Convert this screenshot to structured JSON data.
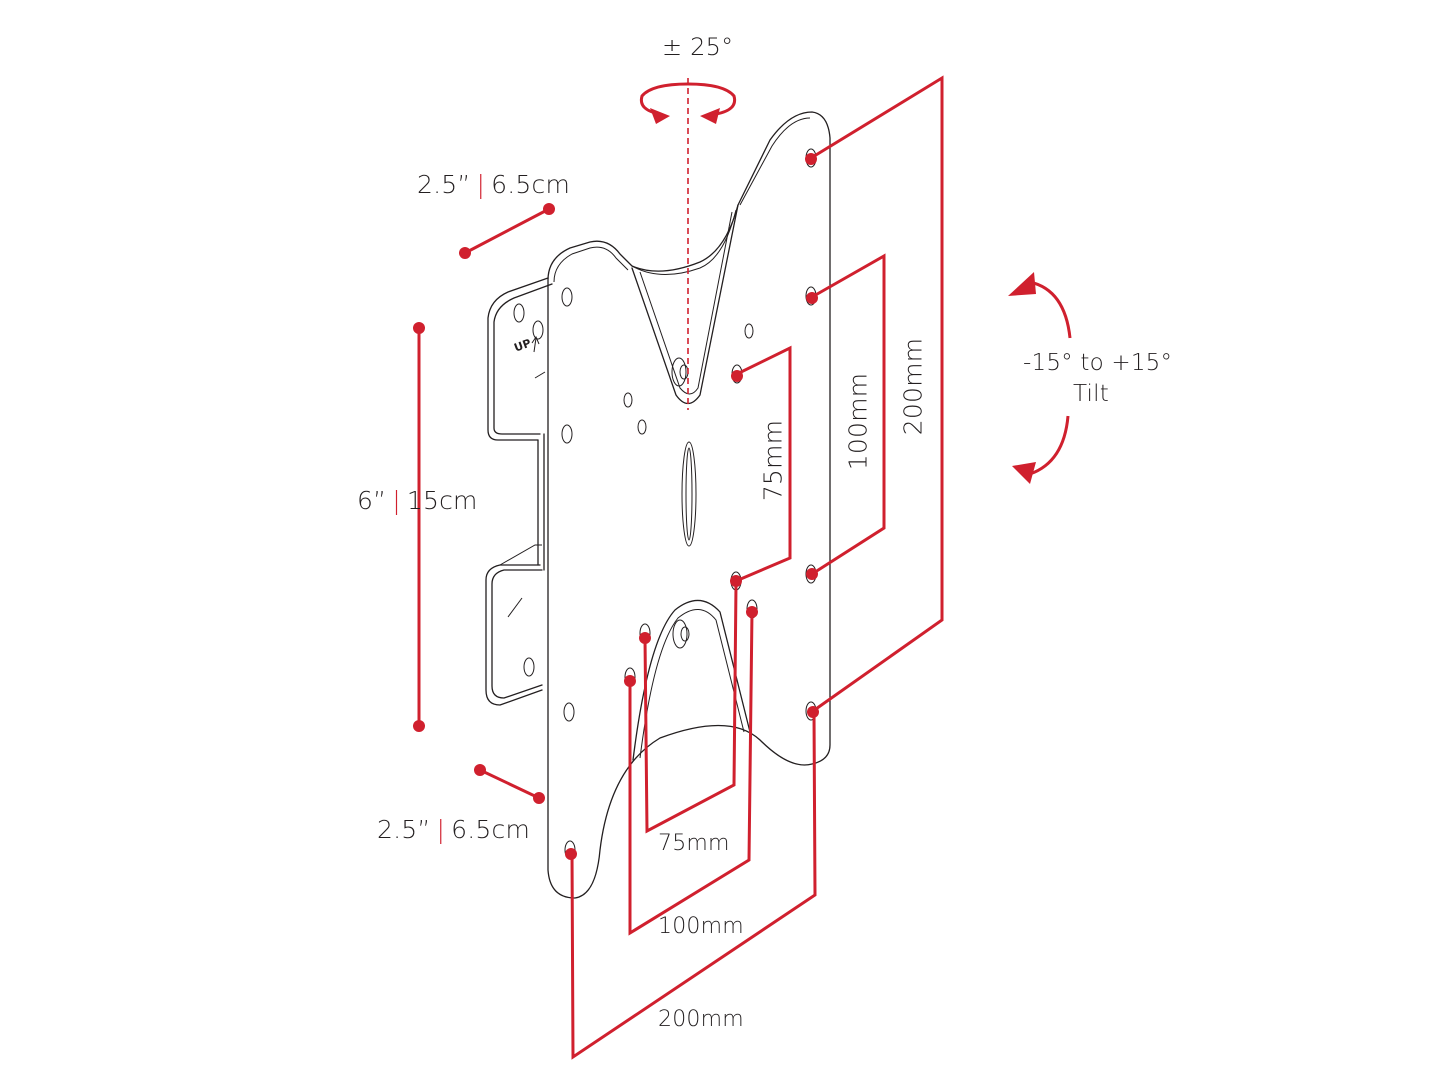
{
  "diagram": {
    "subject": "TV wall mount bracket dimensional drawing",
    "accent_color": "#d0202e",
    "line_color": "#231f20",
    "background": "#ffffff"
  },
  "swivel": {
    "label": "± 25°"
  },
  "tilt": {
    "line1": "-15° to +15°",
    "line2": "Tilt"
  },
  "depth_top": {
    "imperial": "2.5”",
    "separator": "|",
    "metric": "6.5cm"
  },
  "height": {
    "imperial": "6”",
    "separator": "|",
    "metric": "15cm"
  },
  "depth_bottom": {
    "imperial": "2.5”",
    "separator": "|",
    "metric": "6.5cm"
  },
  "bracket": {
    "up_marking": "UP"
  },
  "vesa": {
    "vertical": [
      {
        "label": "75mm"
      },
      {
        "label": "100mm"
      },
      {
        "label": "200mm"
      }
    ],
    "horizontal": [
      {
        "label": "75mm"
      },
      {
        "label": "100mm"
      },
      {
        "label": "200mm"
      }
    ]
  }
}
